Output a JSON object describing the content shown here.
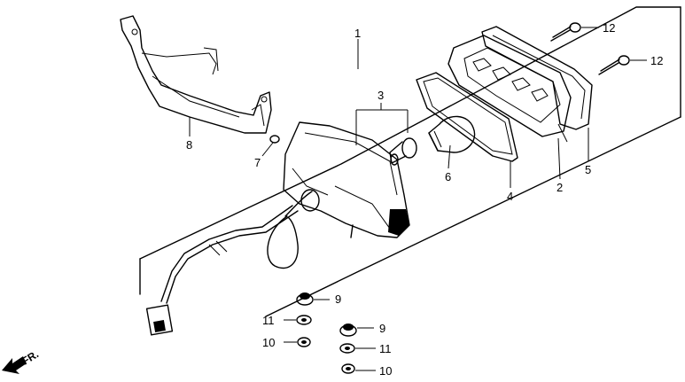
{
  "callouts": {
    "c1": "1",
    "c2": "2",
    "c3": "3",
    "c4": "4",
    "c5": "5",
    "c6": "6",
    "c7": "7",
    "c8": "8",
    "c9a": "9",
    "c9b": "9",
    "c10a": "10",
    "c10b": "10",
    "c11a": "11",
    "c11b": "11",
    "c12a": "12",
    "c12b": "12"
  },
  "direction_label": "FR."
}
